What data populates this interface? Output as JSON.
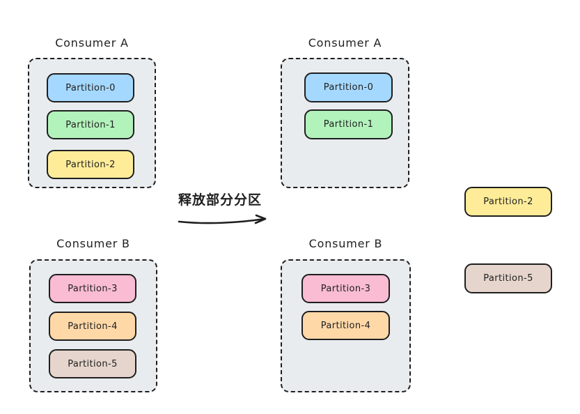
{
  "diagram": {
    "arrow": {
      "label": "释放部分分区"
    },
    "before": {
      "consumer_a": {
        "title": "Consumer A",
        "partitions": [
          {
            "label": "Partition-0",
            "fill": "#a5d8ff"
          },
          {
            "label": "Partition-1",
            "fill": "#b2f2bb"
          },
          {
            "label": "Partition-2",
            "fill": "#ffec99"
          }
        ]
      },
      "consumer_b": {
        "title": "Consumer B",
        "partitions": [
          {
            "label": "Partition-3",
            "fill": "#f9bcd2"
          },
          {
            "label": "Partition-4",
            "fill": "#ffd8a8"
          },
          {
            "label": "Partition-5",
            "fill": "#e5d5cd"
          }
        ]
      }
    },
    "after": {
      "consumer_a": {
        "title": "Consumer A",
        "partitions": [
          {
            "label": "Partition-0",
            "fill": "#a5d8ff"
          },
          {
            "label": "Partition-1",
            "fill": "#b2f2bb"
          }
        ]
      },
      "consumer_b": {
        "title": "Consumer B",
        "partitions": [
          {
            "label": "Partition-3",
            "fill": "#f9bcd2"
          },
          {
            "label": "Partition-4",
            "fill": "#ffd8a8"
          }
        ]
      },
      "released_partitions": [
        {
          "label": "Partition-2",
          "fill": "#ffec99"
        },
        {
          "label": "Partition-5",
          "fill": "#e5d5cd"
        }
      ]
    },
    "colors": {
      "ink": "#1e1e1e",
      "group_background": "#e9ecef"
    }
  }
}
